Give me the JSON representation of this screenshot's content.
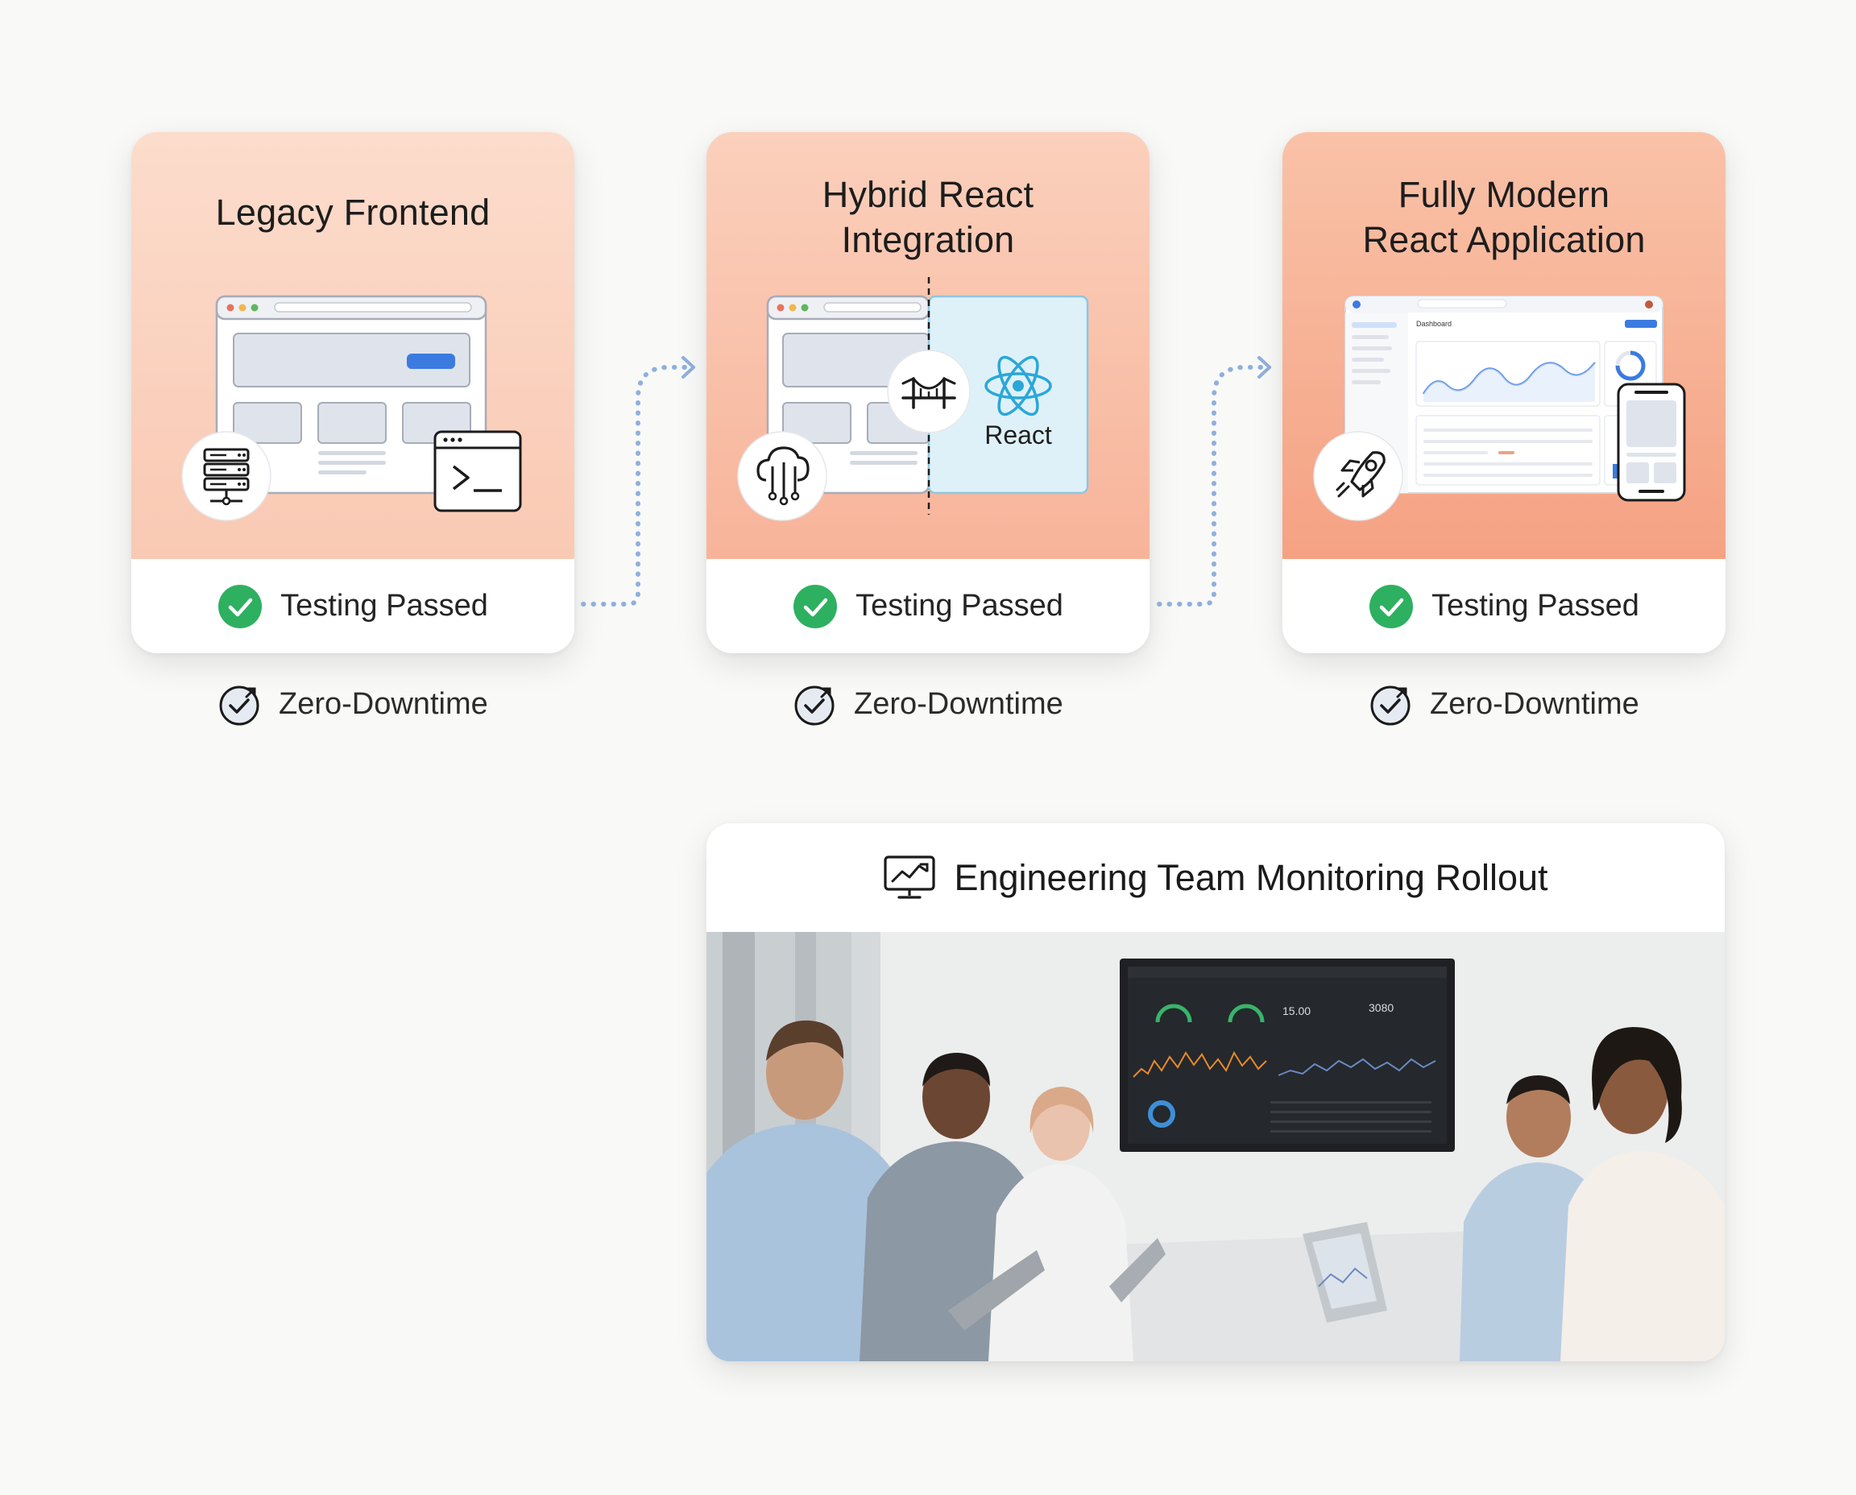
{
  "stages": [
    {
      "title": "Legacy Frontend",
      "status": "Testing Passed",
      "deploy": "Zero-Downtime"
    },
    {
      "title": "Hybrid React\nIntegration",
      "react_label": "React",
      "status": "Testing Passed",
      "deploy": "Zero-Downtime"
    },
    {
      "title": "Fully Modern\nReact Application",
      "dashboard_label": "Dashboard",
      "status": "Testing Passed",
      "deploy": "Zero-Downtime"
    }
  ],
  "monitoring": {
    "title": "Engineering Team Monitoring Rollout",
    "screen_values": [
      "15.00",
      "3080"
    ]
  },
  "colors": {
    "card1_peach": "#fcdccc",
    "card2_peach": "#f7b49a",
    "card3_peach": "#f5a283",
    "check_green": "#2eb061",
    "accent_blue": "#3b7be0",
    "connector_blue": "#8fb0dc",
    "react_blue": "#2aa7d8"
  },
  "icons": {
    "stage1": [
      "server-icon",
      "terminal-icon",
      "browser-window-icon"
    ],
    "stage2": [
      "cloud-network-icon",
      "bridge-icon",
      "react-logo-icon"
    ],
    "stage3": [
      "rocket-icon",
      "dashboard-mockup-icon",
      "smartphone-icon"
    ],
    "status": "check-circle-icon",
    "deploy": "refresh-check-icon",
    "monitoring": "monitor-chart-icon"
  }
}
